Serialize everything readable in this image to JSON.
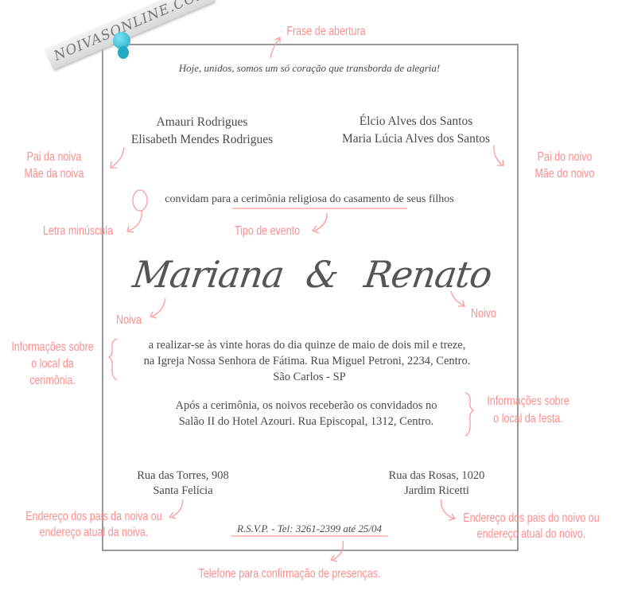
{
  "logo": {
    "text": "NOIVASONLINE.COM"
  },
  "colors": {
    "annotation": "#ff8e8e",
    "text": "#4a4a4a",
    "frame": "#9a9a9a",
    "pin": "#1fa7c4"
  },
  "invitation": {
    "opening": "Hoje, unidos, somos um só coração que transborda de alegria!",
    "bride_parents": [
      "Amauri Rodrigues",
      "Elisabeth Mendes Rodrigues"
    ],
    "groom_parents": [
      "Élcio Alves dos Santos",
      "Maria Lúcia Alves dos Santos"
    ],
    "invite_pre": "convidam para a ",
    "invite_event": "cerimônia religiosa do casamento",
    "invite_post": " de seus filhos",
    "bride": "Mariana",
    "amp": "&",
    "groom": "Renato",
    "ceremony": [
      "a realizar-se às vinte horas do dia quinze de maio de dois mil e treze,",
      "na Igreja Nossa Senhora de Fátima. Rua Miguel Petroni, 2234, Centro.",
      "São Carlos - SP"
    ],
    "party": [
      "Após a cerimônia, os noivos receberão os convidados no",
      "Salão II do Hotel Azouri. Rua Episcopal, 1312, Centro."
    ],
    "bride_address": [
      "Rua das Torres, 908",
      "Santa Felícia"
    ],
    "groom_address": [
      "Rua das Rosas, 1020",
      "Jardim Ricetti"
    ],
    "rsvp": "R.S.V.P. - Tel: 3261-2399 até 25/04"
  },
  "annotations": {
    "opening": "Frase de abertura",
    "bride_parents": [
      "Pai da noiva",
      "Mãe da noiva"
    ],
    "groom_parents": [
      "Pai do noivo",
      "Mãe do noivo"
    ],
    "lowercase": "Letra minúscula",
    "event_type": "Tipo de evento",
    "bride": "Noiva",
    "groom": "Noivo",
    "ceremony": [
      "Informações sobre",
      "o local da",
      "cerimônia."
    ],
    "party": [
      "Informações sobre",
      "o local da festa."
    ],
    "bride_address": [
      "Endereço dos pais da noiva ou",
      "endereço atual da noiva."
    ],
    "groom_address": [
      "Endereço dos pais do noivo ou",
      "endereço atual do noivo."
    ],
    "rsvp": "Telefone para confirmação de presenças."
  }
}
